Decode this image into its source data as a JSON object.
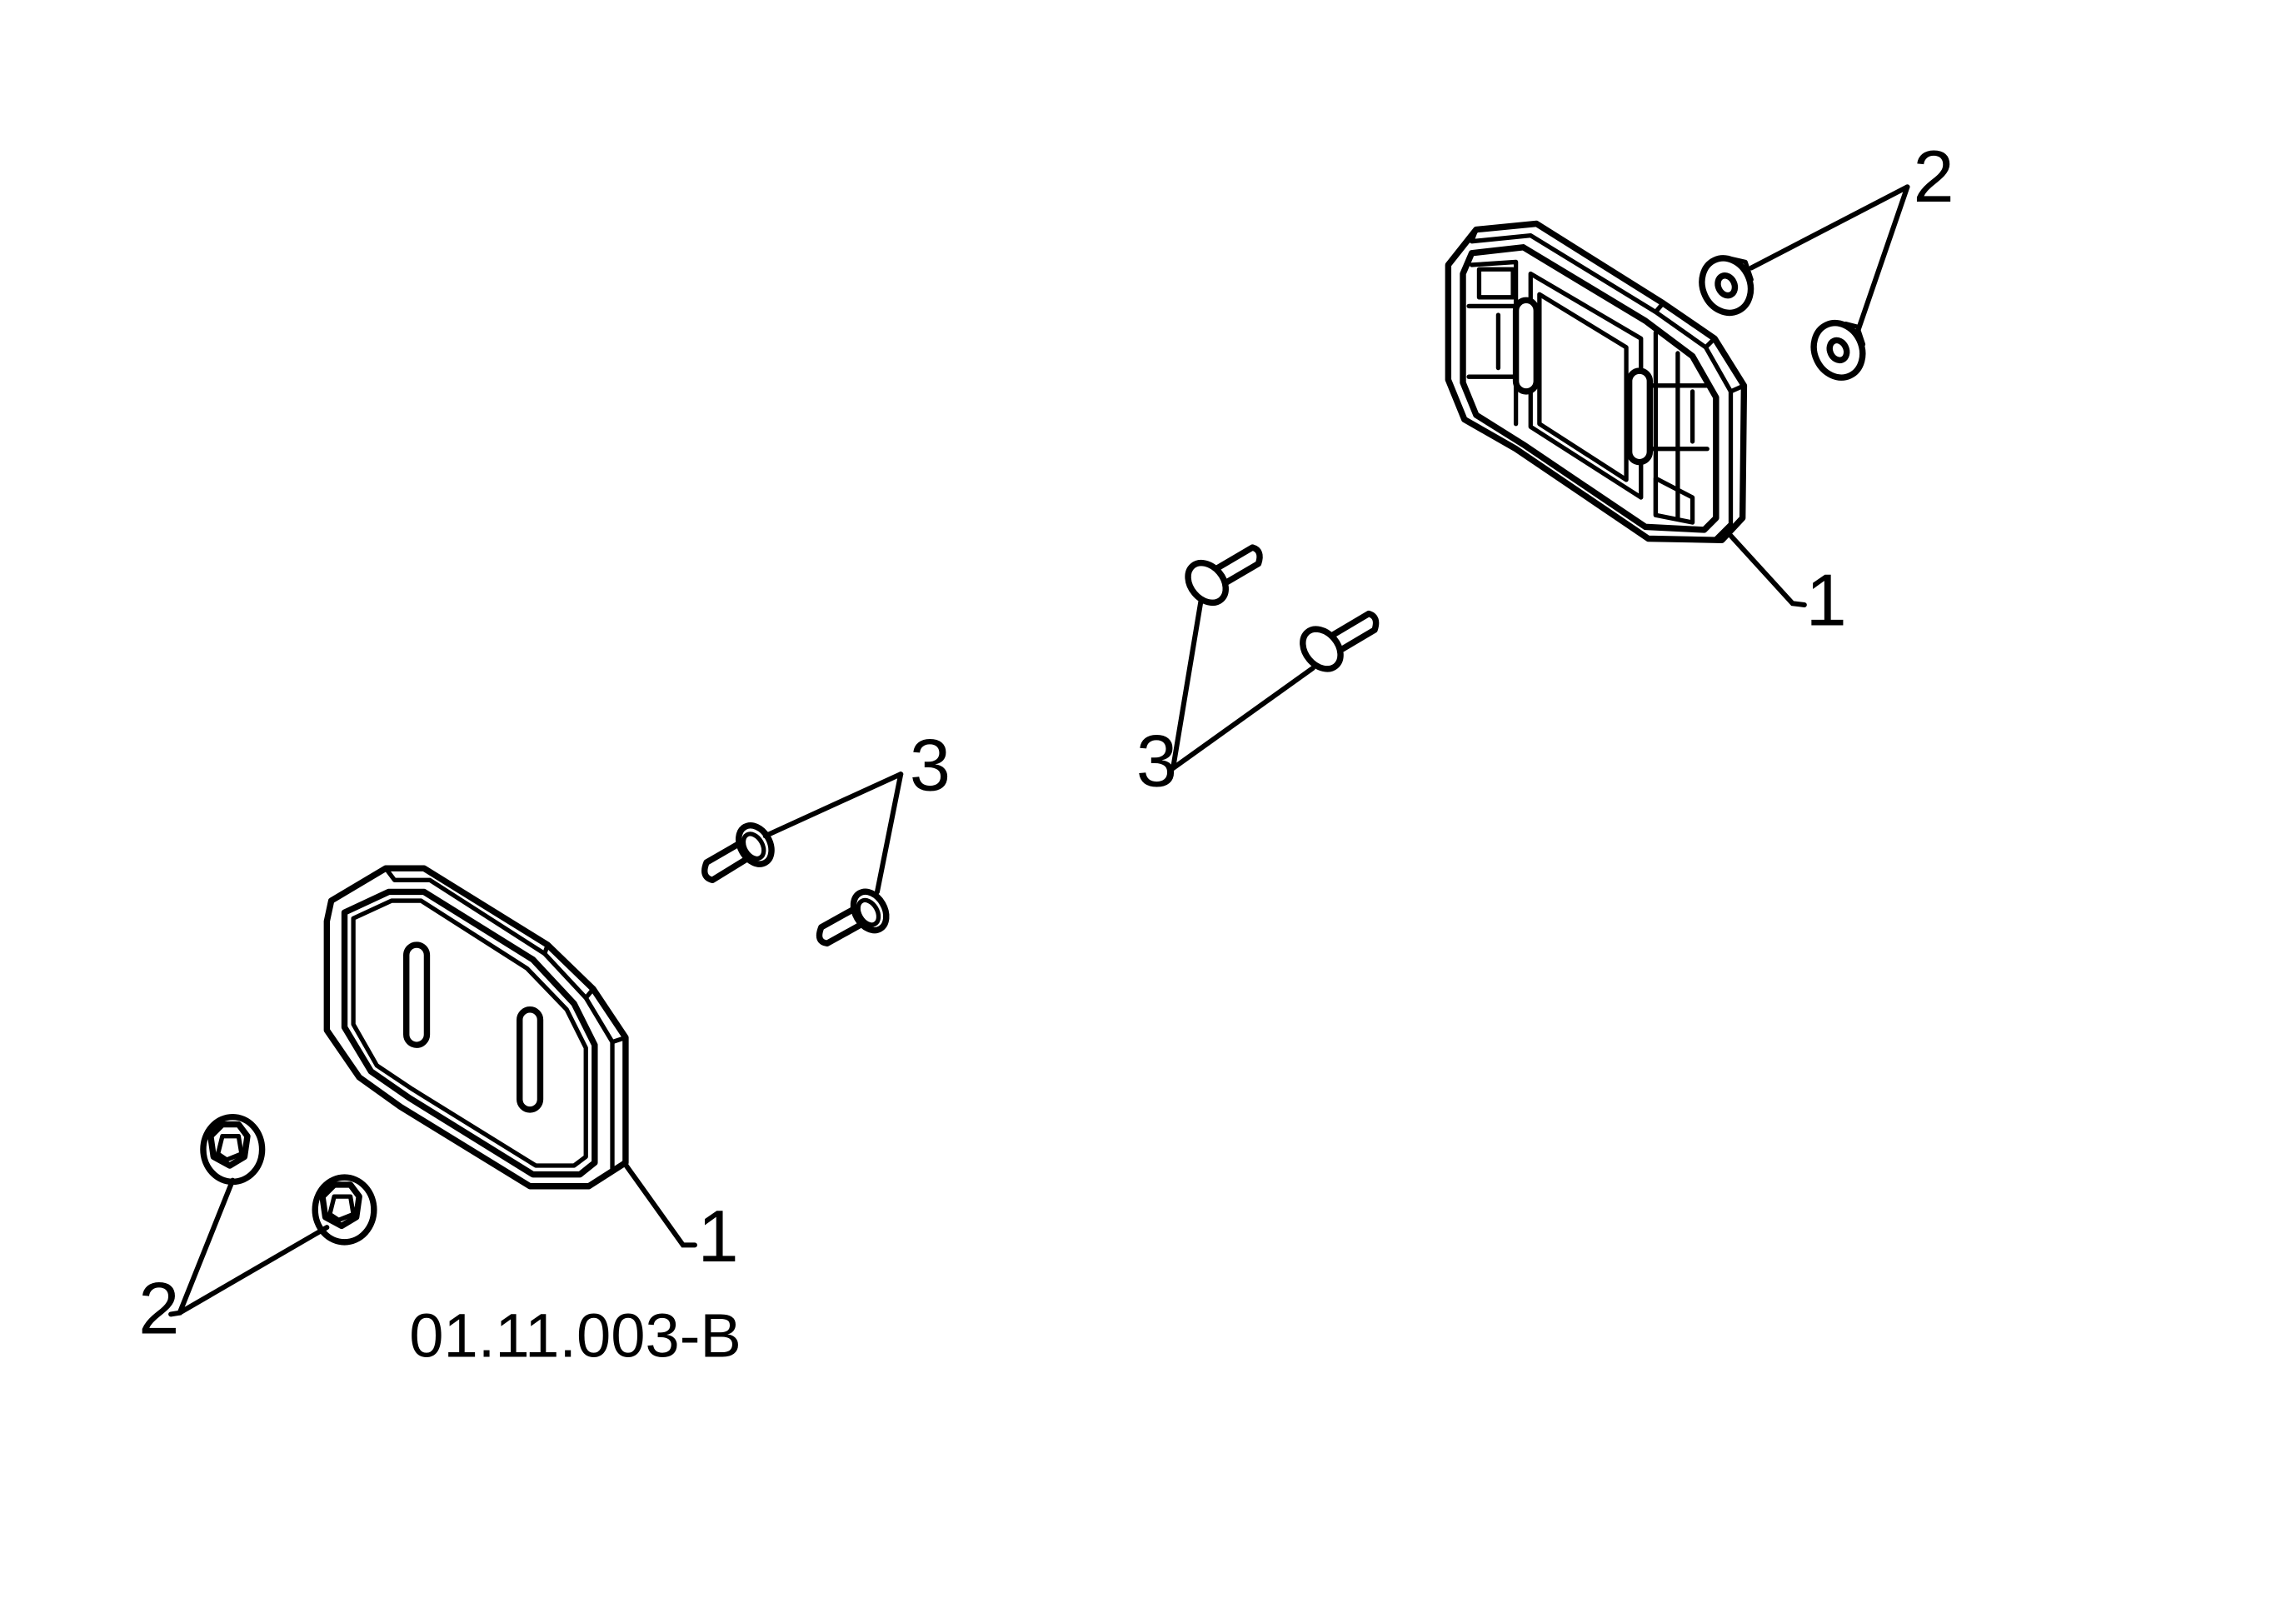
{
  "figure": {
    "reference_code": "01.11.003-B"
  },
  "callouts": {
    "left_part_1": "1",
    "left_part_2": "2",
    "left_part_3": "3",
    "right_part_1": "1",
    "right_part_2": "2",
    "right_part_3": "3"
  },
  "parts": [
    {
      "number": "1",
      "icon": "skid-shoe-icon"
    },
    {
      "number": "2",
      "icon": "flange-nut-icon"
    },
    {
      "number": "3",
      "icon": "carriage-bolt-icon"
    }
  ]
}
